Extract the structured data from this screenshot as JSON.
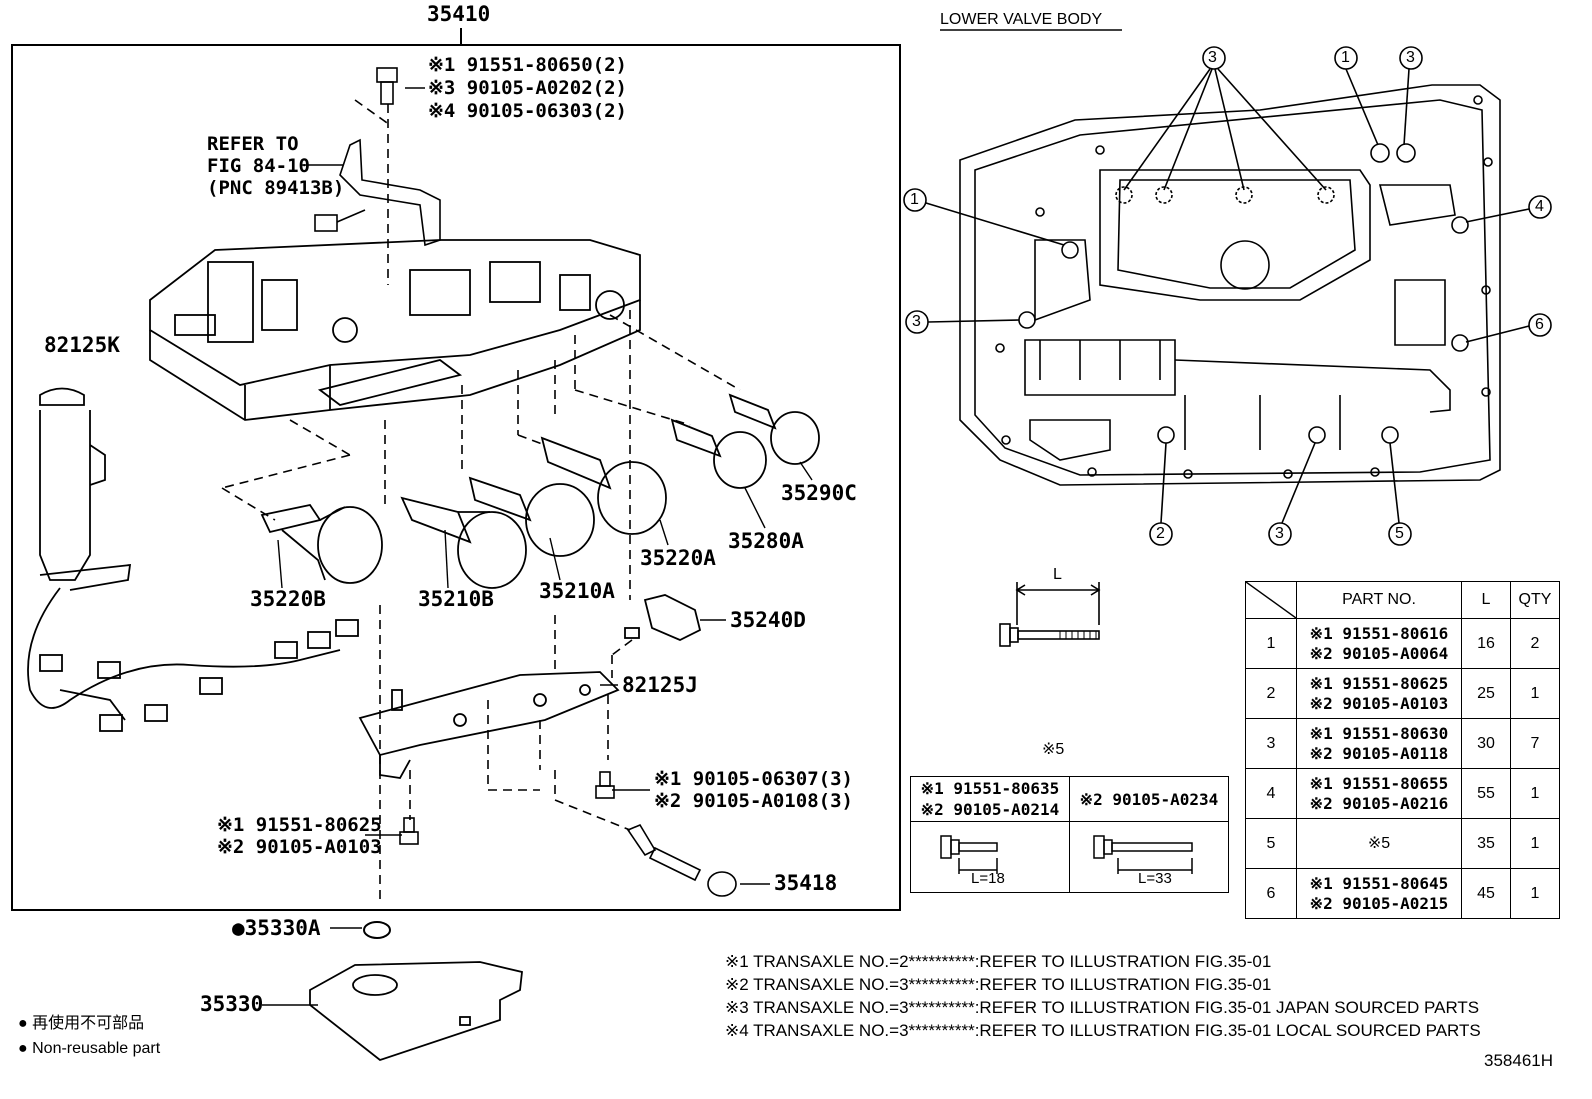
{
  "main_box": {
    "part_number": "35410"
  },
  "labels": {
    "bolt_set_1": "※1 91551-80650(2)",
    "bolt_set_3": "※3 90105-A0202(2)",
    "bolt_set_4": "※4 90105-06303(2)",
    "refer_1": "REFER TO",
    "refer_2": "FIG 84-10",
    "refer_3": "(PNC 89413B)",
    "p82125K": "82125K",
    "p35220B": "35220B",
    "p35210B": "35210B",
    "p35210A": "35210A",
    "p35220A": "35220A",
    "p35280A": "35280A",
    "p35290C": "35290C",
    "p35240D": "35240D",
    "p82125J": "82125J",
    "bolt_b_1": "※1 90105-06307(3)",
    "bolt_b_2": "※2 90105-A0108(3)",
    "bolt_c_1": "※1 91551-80625",
    "bolt_c_2": "※2 90105-A0103",
    "p35418": "35418",
    "p35330A": "●35330A",
    "p35330": "35330",
    "legend_jp": "● 再使用不可部品",
    "legend_en": "● Non-reusable part"
  },
  "lower_valve_body": {
    "title": "LOWER VALVE BODY",
    "callouts": [
      "3",
      "1",
      "3",
      "1",
      "4",
      "3",
      "6",
      "2",
      "3",
      "5"
    ]
  },
  "bolt_dimension": {
    "label": "L"
  },
  "kome5": {
    "title": "※5",
    "left_line1": "※1 91551-80635",
    "left_line2": "※2 90105-A0214",
    "right_line1": "※2 90105-A0234",
    "left_len": "L=18",
    "right_len": "L=33"
  },
  "parts_table": {
    "headers": [
      "PART NO.",
      "L",
      "QTY"
    ],
    "rows": [
      {
        "no": "1",
        "part1": "※1 91551-80616",
        "part2": "※2 90105-A0064",
        "l": "16",
        "qty": "2"
      },
      {
        "no": "2",
        "part1": "※1 91551-80625",
        "part2": "※2 90105-A0103",
        "l": "25",
        "qty": "1"
      },
      {
        "no": "3",
        "part1": "※1 91551-80630",
        "part2": "※2 90105-A0118",
        "l": "30",
        "qty": "7"
      },
      {
        "no": "4",
        "part1": "※1 91551-80655",
        "part2": "※2 90105-A0216",
        "l": "55",
        "qty": "1"
      },
      {
        "no": "5",
        "part1": "※5",
        "part2": "",
        "l": "35",
        "qty": "1"
      },
      {
        "no": "6",
        "part1": "※1 91551-80645",
        "part2": "※2 90105-A0215",
        "l": "45",
        "qty": "1"
      }
    ]
  },
  "notes": [
    "※1 TRANSAXLE NO.=2**********:REFER TO ILLUSTRATION FIG.35-01",
    "※2 TRANSAXLE NO.=3**********:REFER TO ILLUSTRATION FIG.35-01",
    "※3 TRANSAXLE NO.=3**********:REFER TO ILLUSTRATION FIG.35-01 JAPAN SOURCED PARTS",
    "※4 TRANSAXLE NO.=3**********:REFER TO ILLUSTRATION FIG.35-01 LOCAL SOURCED PARTS"
  ],
  "figure_id": "358461H"
}
